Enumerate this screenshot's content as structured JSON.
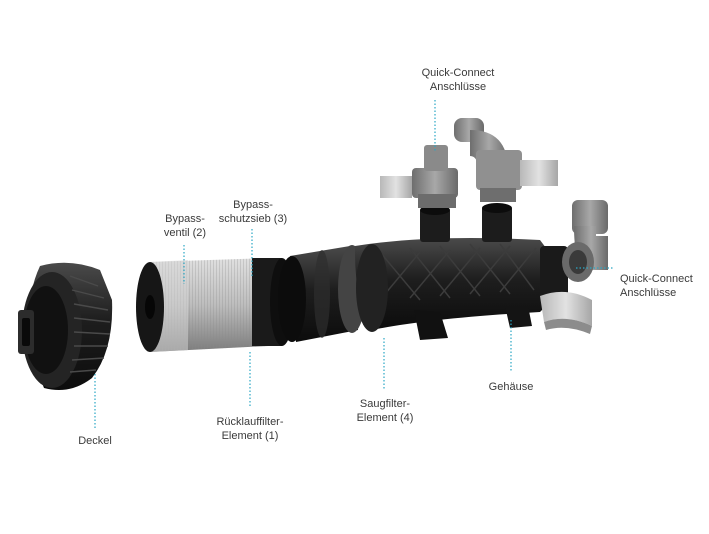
{
  "labels": {
    "quick_connect_top": {
      "line1": "Quick-Connect",
      "line2": "Anschlüsse"
    },
    "quick_connect_right": {
      "line1": "Quick-Connect",
      "line2": "Anschlüsse"
    },
    "bypass_ventil": {
      "line1": "Bypass-",
      "line2": "ventil (2)"
    },
    "bypass_schutzsieb": {
      "line1": "Bypass-",
      "line2": "schutzsieb (3)"
    },
    "deckel": {
      "line1": "Deckel"
    },
    "ruecklauffilter": {
      "line1": "Rücklauffilter-",
      "line2": "Element (1)"
    },
    "saugfilter": {
      "line1": "Saugfilter-",
      "line2": "Element (4)"
    },
    "gehaeuse": {
      "line1": "Gehäuse"
    }
  },
  "colors": {
    "leader": "#2aa6c4",
    "text": "#3a3a3a",
    "part_dark": "#1c1c1c",
    "part_mid": "#3a3a3a",
    "part_gray": "#8c8c8c",
    "screen": "#c9c9c9"
  }
}
